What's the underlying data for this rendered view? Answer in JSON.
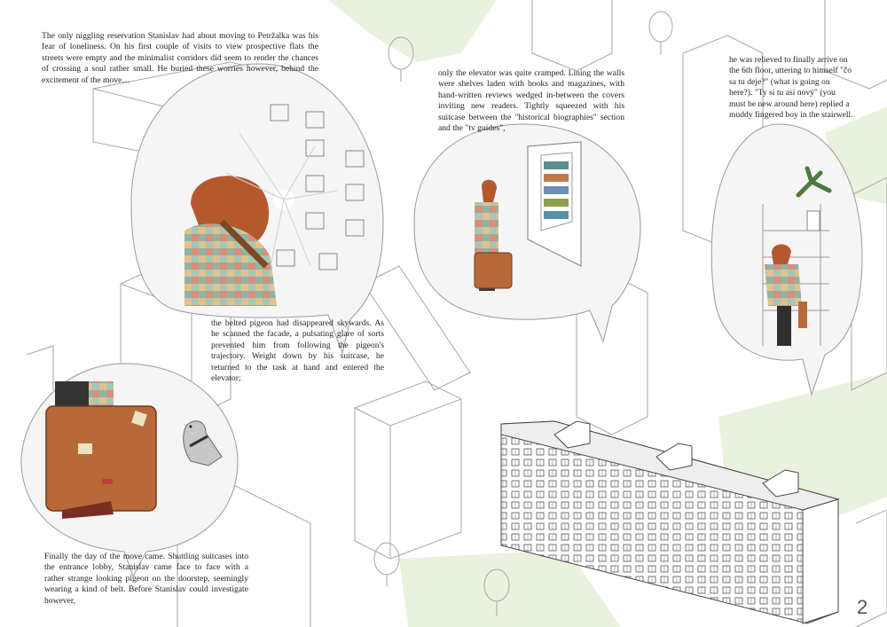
{
  "page_number": "2",
  "colors": {
    "background": "#ffffff",
    "green_patch": "#e9f2df",
    "line": "#9a9a9a",
    "hair": "#b5582e",
    "suitcase": "#b8693a",
    "bubble_fill": "#f4f5f4"
  },
  "texts": {
    "intro": "The only niggling reservation Stanislav had about moving to Petržalka was his fear of loneliness. On his first couple of visits to view prospective flats the streets were empty and the minimalist corridors did seem to render the chances of crossing a soul rather small. He buried these worries however, behind the excitement of the move…",
    "pigeon": "the belted pigeon had disappeared skywards. As he scanned the facade, a pulsating glare of sorts prevented him from following the pigeon's trajectory. Weight down by his suitcase, he returned to the task at hand and entered the elevator;",
    "elevator": "only the elevator was quite cramped. Lining the walls were shelves laden with books and magazines, with hand-written reviews wedged in-between the covers inviting new readers. Tightly squeezed with his suitcase between the \"historical biographies\" section and the \"tv guides\",",
    "arrive": "he was relieved to finally arrive on the 6th floor, uttering to himself \"čo sa tu deje?\" (what is going on here?). \"Ty si tu asi nový\" (you must be new around here) replied a muddy fingered boy in the stairwell.",
    "move": "Finally the day of the move came. Shuttling suitcases into the entrance lobby, Stanislav came face to face with a rather strange looking pigeon on the doorstep, seemingly wearing a kind of belt. Before Stanislav could investigate however,"
  }
}
